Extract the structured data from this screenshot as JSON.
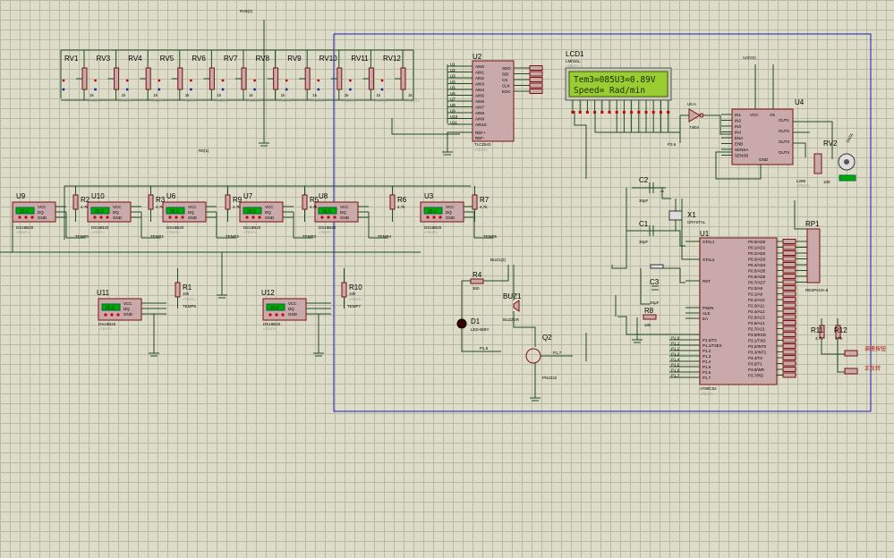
{
  "lcd": {
    "ref": "LCD1",
    "part": "LM016L",
    "line1": "Tem3=085U3=0.89V",
    "line2": "Speed=   Rad/min"
  },
  "pots": [
    "RV1",
    "RV3",
    "RV4",
    "RV5",
    "RV6",
    "RV7",
    "RV8",
    "RV9",
    "RV10",
    "RV11",
    "RV12"
  ],
  "pot_value": "1k",
  "adc": {
    "ref": "U2",
    "part": "TLC2543",
    "ain": [
      "AIN0",
      "AIN1",
      "AIN2",
      "AIN3",
      "AIN4",
      "AIN5",
      "AIN6",
      "AIN7",
      "AIN8",
      "AIN9",
      "AIN10"
    ],
    "pins": [
      "SDO",
      "SDI",
      "CS",
      "CLK",
      "EOC"
    ],
    "ref_pins": [
      "REF+",
      "REF-"
    ]
  },
  "sensor_row": {
    "sensors": [
      {
        "ref": "U9",
        "label": "TEMP0"
      },
      {
        "ref": "U10",
        "label": "TEMP1"
      },
      {
        "ref": "U6",
        "label": "TEMP2"
      },
      {
        "ref": "U7",
        "label": "TEMP3"
      },
      {
        "ref": "U8",
        "label": "TEMP4"
      },
      {
        "ref": "U3",
        "label": "TEMP5"
      }
    ],
    "resistors": [
      "R2",
      "R3",
      "R9",
      "R5",
      "R6",
      "R7"
    ],
    "res_value": "4.7k",
    "part": "DS18B20",
    "readout": "25.0",
    "pins": [
      "VCC",
      "DQ",
      "GND"
    ]
  },
  "sensor_low": [
    {
      "ref": "U11",
      "res": "R1",
      "label": "TEMP6"
    },
    {
      "ref": "U12",
      "res": "R10",
      "label": "TEMP7"
    }
  ],
  "low_res_value": "10k",
  "mcu": {
    "ref": "U1",
    "part": "AT89C52",
    "left": [
      "XTAL1",
      "XTAL2",
      "RST",
      "PSEN",
      "ALE",
      "EA",
      "P1.0/T2",
      "P1.1/T2EX",
      "P1.2",
      "P1.3",
      "P1.4",
      "P1.5",
      "P1.6",
      "P1.7"
    ],
    "right": [
      "P0.0/AD0",
      "P0.1/AD1",
      "P0.2/AD2",
      "P0.3/AD3",
      "P0.4/AD4",
      "P0.5/AD5",
      "P0.6/AD6",
      "P0.7/AD7",
      "P2.0/A8",
      "P2.1/A9",
      "P2.2/A10",
      "P2.3/A11",
      "P2.4/A12",
      "P2.5/A13",
      "P2.6/A14",
      "P2.7/A15",
      "P3.0/RXD",
      "P3.1/TXD",
      "P3.2/INT0",
      "P3.3/INT1",
      "P3.4/T0",
      "P3.5/T1",
      "P3.6/WR",
      "P3.7/RD"
    ]
  },
  "driver": {
    "ref": "U4",
    "part": "L298",
    "left": [
      "IN1",
      "IN2",
      "IN3",
      "IN4",
      "ENA",
      "ENB",
      "SENSA",
      "SENSB"
    ],
    "right": [
      "OUT1",
      "OUT2",
      "OUT3",
      "OUT4"
    ],
    "top": [
      "VCC",
      "VS"
    ],
    "gnd": "GND"
  },
  "motor": {
    "ref": "RV2",
    "value": "100",
    "label": "DATA"
  },
  "inverter": {
    "ref": "U5:A",
    "part": "74l04"
  },
  "crystal": {
    "ref": "X1",
    "part": "CRYSTAL"
  },
  "caps": [
    {
      "ref": "C2",
      "value": "30pF"
    },
    {
      "ref": "C1",
      "value": "30pF"
    },
    {
      "ref": "C3",
      "value": "20µF"
    }
  ],
  "r4": {
    "ref": "R4",
    "value": "300"
  },
  "r8": {
    "ref": "R8",
    "value": "10k"
  },
  "led": {
    "ref": "D1",
    "part": "LED-BIBY"
  },
  "buzzer": {
    "ref": "BUZ1",
    "part": "BUZZER"
  },
  "transistor": {
    "ref": "Q2",
    "part": "PN2222"
  },
  "respack": {
    "ref": "RP1",
    "part": "RESPACK-8"
  },
  "pullups": [
    {
      "ref": "R11",
      "value": "4.7k"
    },
    {
      "ref": "R12",
      "value": "4.7k"
    }
  ],
  "labels": {
    "rv8_terminal": "RV8(2)",
    "r8_terminal": "R8(1)",
    "u4_terminal": "U4(VS)",
    "buz_terminal": "BUZ1(2)",
    "p16": "P1.6",
    "p17": "P1.7",
    "p36": "P3.6",
    "text": "<TEXT>",
    "btn1": "调速按钮",
    "btn2": "正反转"
  },
  "colors": {
    "wire": "#1f4d1f",
    "bus": "#1a1ab8",
    "body": "#c9a9a9",
    "outline": "#7a1010",
    "lcd": "#9acd32"
  }
}
